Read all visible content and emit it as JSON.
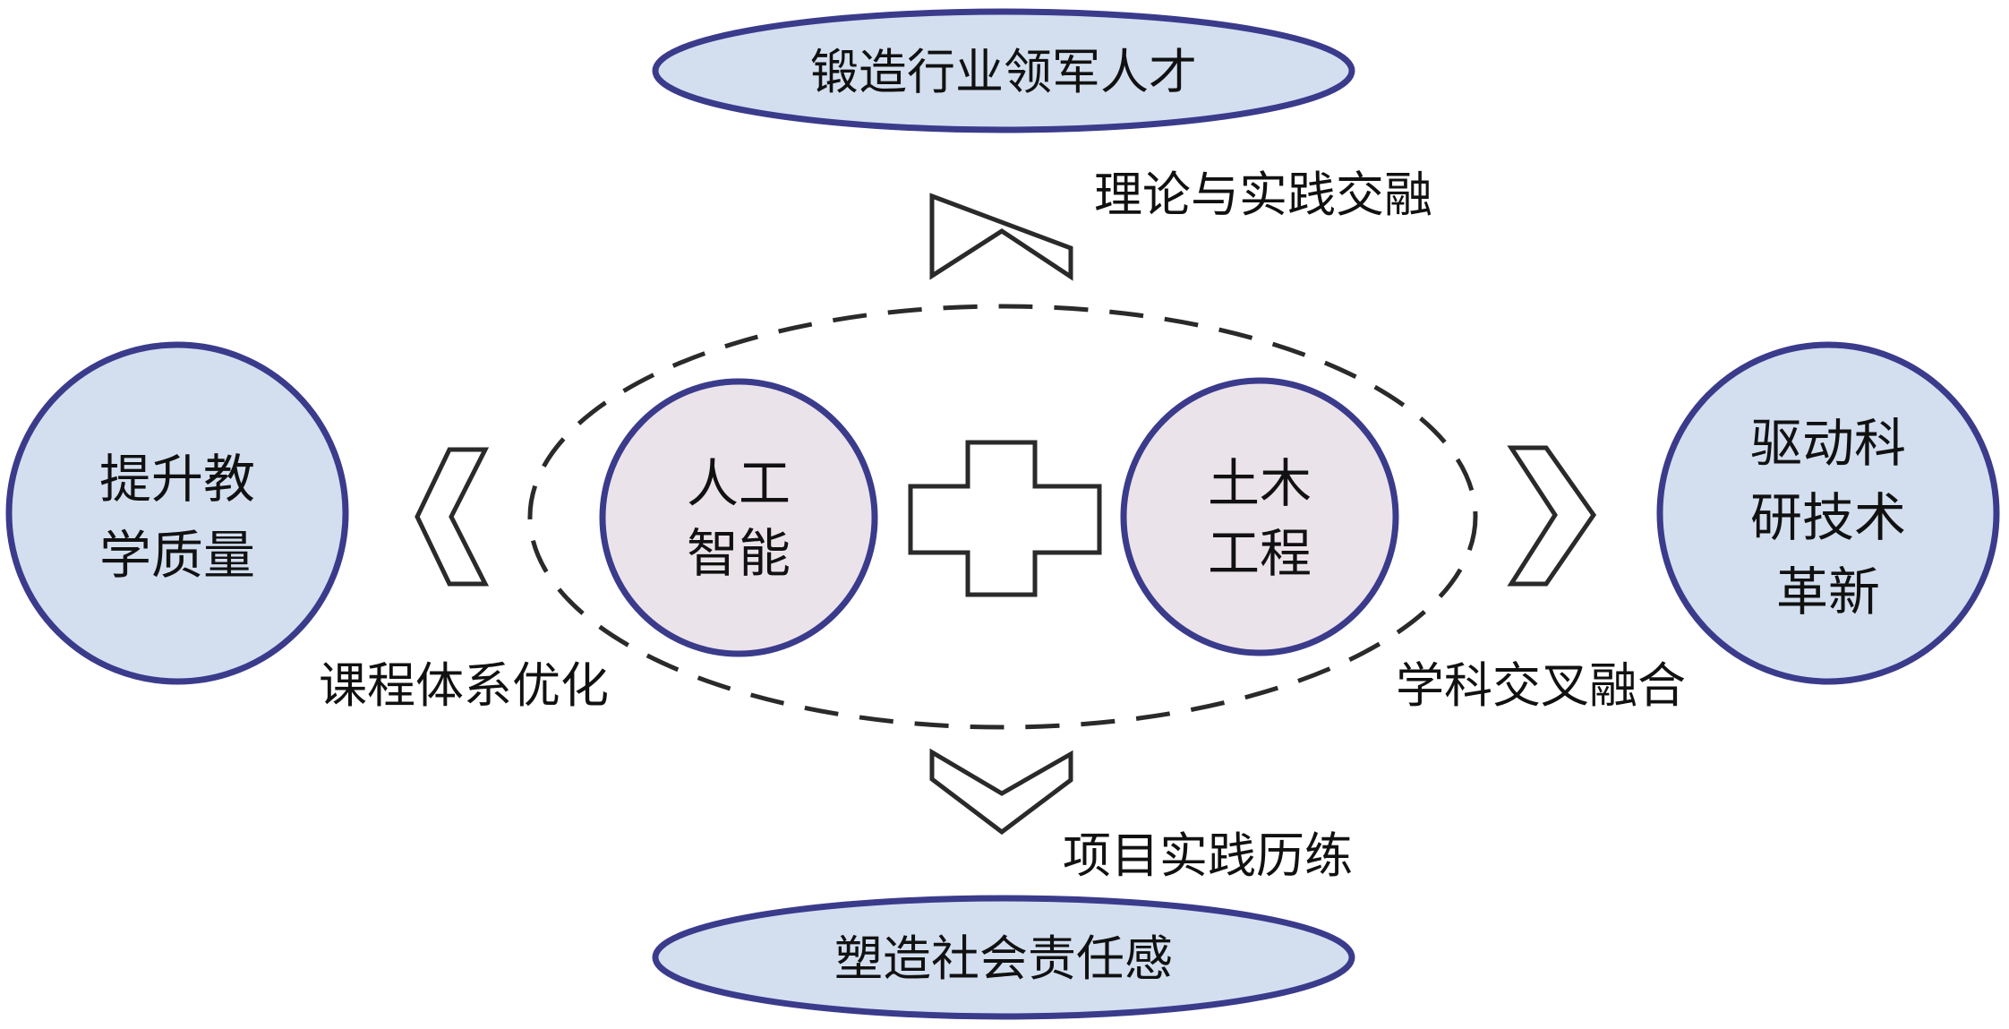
{
  "colors": {
    "outline": "#3b3b8c",
    "side_fill": "#d3dfef",
    "inner_fill": "#ebe3ea",
    "shape_stroke": "#2a2a2a",
    "text": "#111111"
  },
  "top_goal": "锻造行业领军人才",
  "bottom_goal": "塑造社会责任感",
  "left_goal": {
    "line1": "提升教",
    "line2": "学质量"
  },
  "right_goal": {
    "line1": "驱动科",
    "line2": "研技术",
    "line3": "革新"
  },
  "ai_circle": {
    "line1": "人工",
    "line2": "智能"
  },
  "civil_circle": {
    "line1": "土木",
    "line2": "工程"
  },
  "path_up": "理论与实践交融",
  "path_down": "项目实践历练",
  "path_left": "课程体系优化",
  "path_right": "学科交叉融合"
}
